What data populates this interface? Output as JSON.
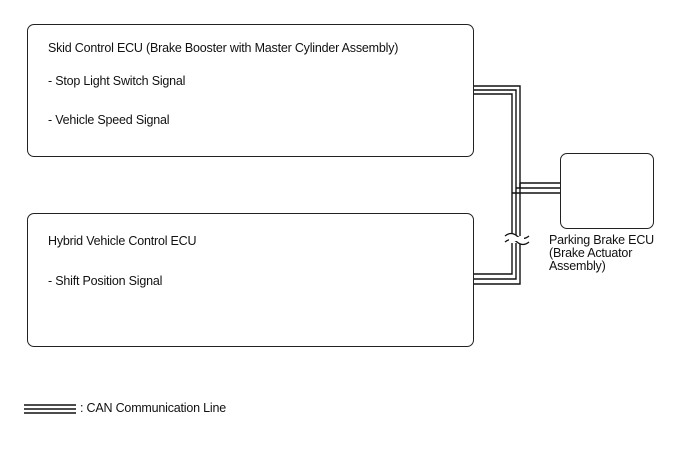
{
  "skid_ecu": {
    "title": "Skid Control ECU (Brake Booster with Master Cylinder Assembly)",
    "signals": [
      "- Stop Light Switch Signal",
      "- Vehicle Speed Signal"
    ]
  },
  "hybrid_ecu": {
    "title": "Hybrid Vehicle Control ECU",
    "signals": [
      "- Shift Position Signal"
    ]
  },
  "parking_brake_ecu": {
    "label_lines": [
      "Parking Brake ECU",
      "(Brake Actuator",
      "Assembly)"
    ]
  },
  "legend": {
    "label": ": CAN Communication Line"
  }
}
